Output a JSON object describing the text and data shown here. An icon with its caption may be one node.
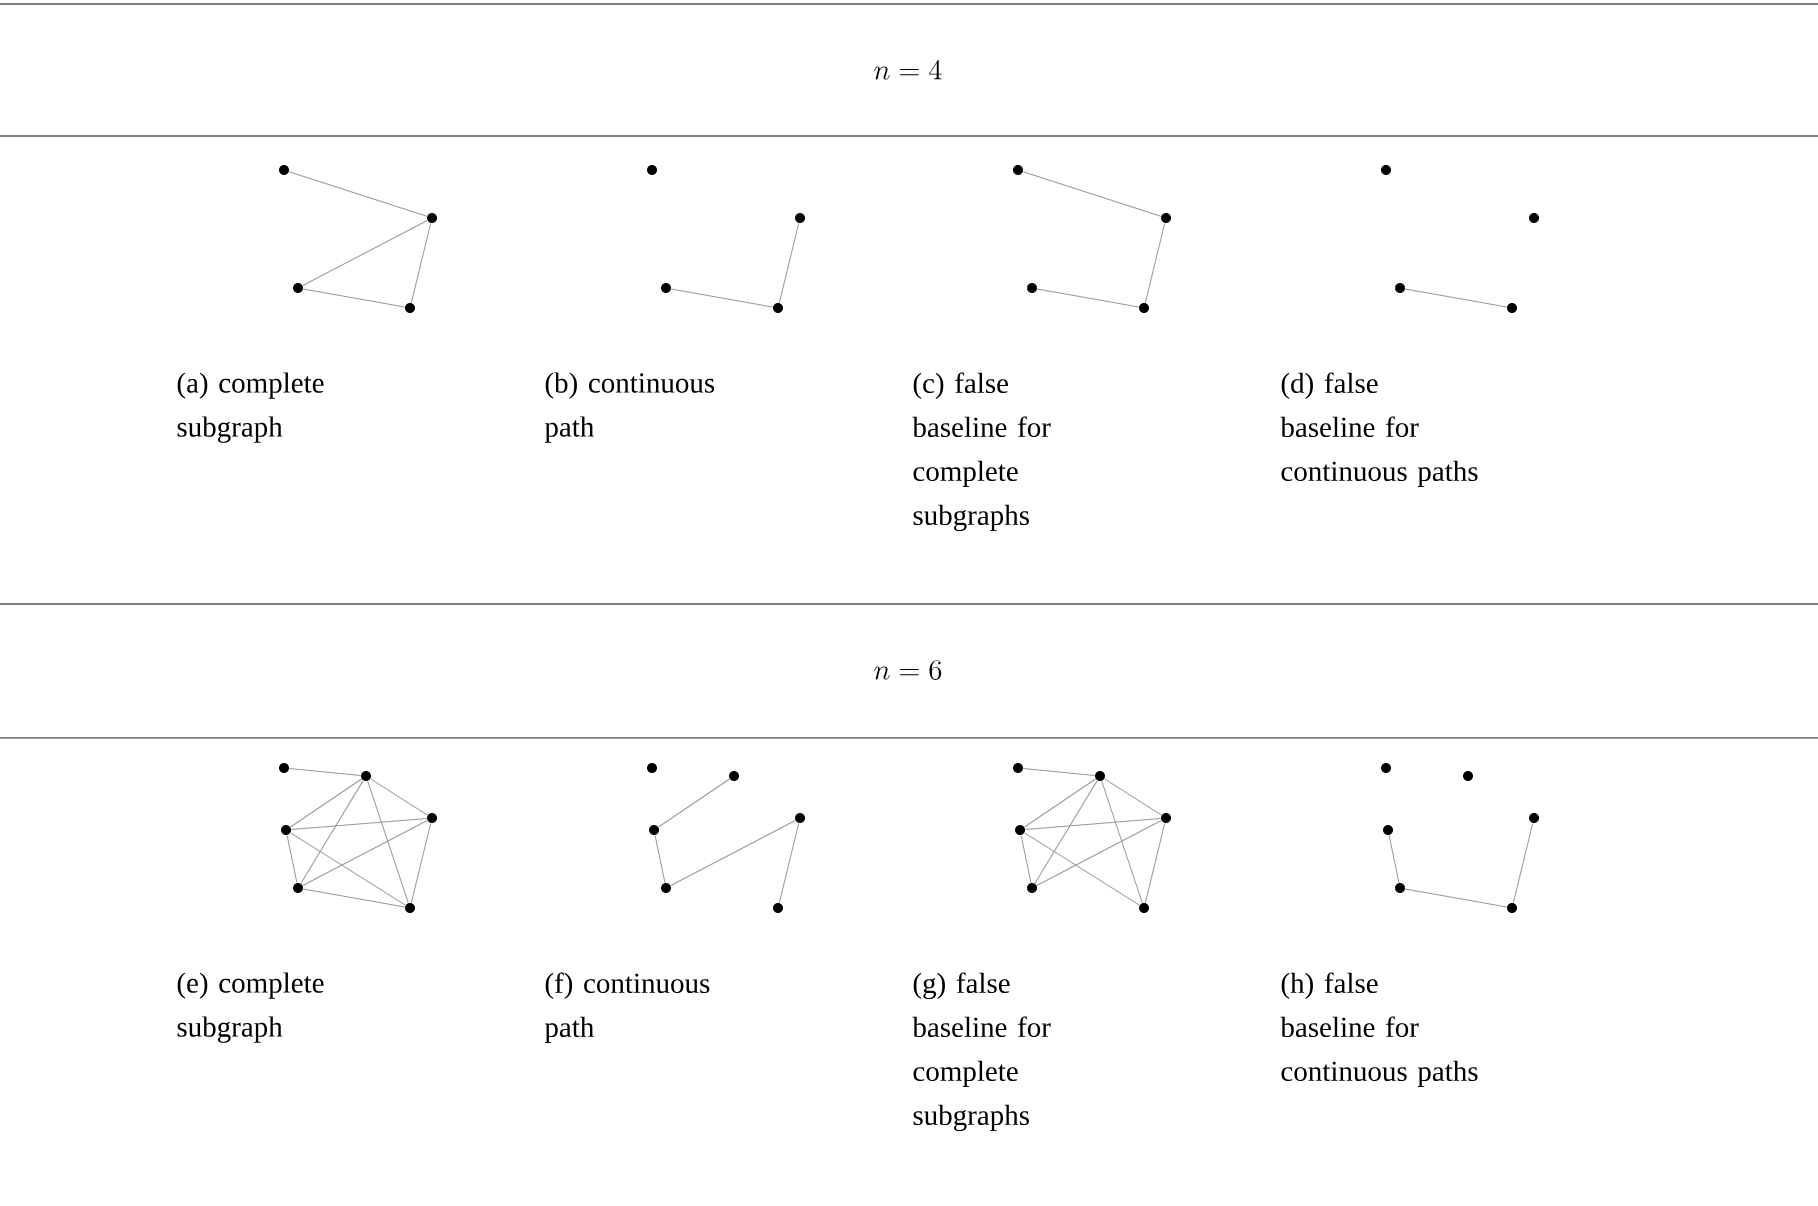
{
  "diagram": {
    "nodes": [
      {
        "text": [],
        "shape": "circle"
      },
      {
        "text": [],
        "shape": "circle"
      },
      {
        "text": [],
        "shape": "circle"
      },
      {
        "text": [],
        "shape": "circle"
      },
      {
        "text": [],
        "shape": "circle"
      },
      {
        "text": [],
        "shape": "circle"
      },
      {
        "text": [],
        "shape": "circle"
      },
      {
        "text": [],
        "shape": "circle"
      },
      {
        "text": [],
        "shape": "circle"
      },
      {
        "text": [],
        "shape": "circle"
      },
      {
        "text": [],
        "shape": "circle"
      },
      {
        "text": [],
        "shape": "circle"
      },
      {
        "text": [],
        "shape": "circle"
      },
      {
        "text": [],
        "shape": "circle"
      },
      {
        "text": [],
        "shape": "circle"
      },
      {
        "text": [],
        "shape": "circle"
      },
      {
        "text": [],
        "shape": "circle"
      },
      {
        "text": [],
        "shape": "circle"
      },
      {
        "text": [],
        "shape": "circle"
      },
      {
        "text": [],
        "shape": "circle"
      },
      {
        "text": [],
        "shape": "circle"
      },
      {
        "text": [],
        "shape": "circle"
      },
      {
        "text": [],
        "shape": "circle"
      },
      {
        "text": [],
        "shape": "circle"
      },
      {
        "text": [],
        "shape": "circle"
      },
      {
        "text": [],
        "shape": "circle"
      },
      {
        "text": [],
        "shape": "circle"
      },
      {
        "text": [],
        "shape": "circle"
      },
      {
        "text": [],
        "shape": "circle"
      },
      {
        "text": [],
        "shape": "circle"
      },
      {
        "text": [],
        "shape": "circle"
      },
      {
        "text": [],
        "shape": "circle"
      },
      {
        "text": [],
        "shape": "circle"
      },
      {
        "text": [],
        "shape": "circle"
      },
      {
        "text": [],
        "shape": "circle"
      },
      {
        "text": [],
        "shape": "circle"
      },
      {
        "text": [],
        "shape": "circle"
      },
      {
        "text": [],
        "shape": "circle"
      },
      {
        "text": [],
        "shape": "circle"
      },
      {
        "text": [],
        "shape": "circle"
      }
    ],
    "edges": [
      {
        "from": 0,
        "to": 1,
        "arrow": "none"
      },
      {
        "from": 1,
        "to": 2,
        "arrow": "none"
      },
      {
        "from": 1,
        "to": 3,
        "arrow": "none"
      },
      {
        "from": 2,
        "to": 3,
        "arrow": "none"
      },
      {
        "from": 5,
        "to": 7,
        "arrow": "none"
      },
      {
        "from": 6,
        "to": 7,
        "arrow": "none"
      },
      {
        "from": 8,
        "to": 9,
        "arrow": "none"
      },
      {
        "from": 9,
        "to": 11,
        "arrow": "none"
      },
      {
        "from": 10,
        "to": 11,
        "arrow": "none"
      },
      {
        "from": 14,
        "to": 15,
        "arrow": "none"
      },
      {
        "from": 16,
        "to": 17,
        "arrow": "none"
      },
      {
        "from": 17,
        "to": 18,
        "arrow": "none"
      },
      {
        "from": 17,
        "to": 19,
        "arrow": "none"
      },
      {
        "from": 17,
        "to": 20,
        "arrow": "none"
      },
      {
        "from": 17,
        "to": 21,
        "arrow": "none"
      },
      {
        "from": 18,
        "to": 19,
        "arrow": "none"
      },
      {
        "from": 18,
        "to": 20,
        "arrow": "none"
      },
      {
        "from": 18,
        "to": 21,
        "arrow": "none"
      },
      {
        "from": 19,
        "to": 20,
        "arrow": "none"
      },
      {
        "from": 19,
        "to": 21,
        "arrow": "none"
      },
      {
        "from": 20,
        "to": 21,
        "arrow": "none"
      },
      {
        "from": 23,
        "to": 24,
        "arrow": "none"
      },
      {
        "from": 24,
        "to": 26,
        "arrow": "none"
      },
      {
        "from": 26,
        "to": 25,
        "arrow": "none"
      },
      {
        "from": 25,
        "to": 27,
        "arrow": "none"
      },
      {
        "from": 28,
        "to": 29,
        "arrow": "none"
      },
      {
        "from": 29,
        "to": 30,
        "arrow": "none"
      },
      {
        "from": 29,
        "to": 31,
        "arrow": "none"
      },
      {
        "from": 29,
        "to": 32,
        "arrow": "none"
      },
      {
        "from": 29,
        "to": 33,
        "arrow": "none"
      },
      {
        "from": 30,
        "to": 31,
        "arrow": "none"
      },
      {
        "from": 30,
        "to": 32,
        "arrow": "none"
      },
      {
        "from": 30,
        "to": 33,
        "arrow": "none"
      },
      {
        "from": 31,
        "to": 32,
        "arrow": "none"
      },
      {
        "from": 31,
        "to": 33,
        "arrow": "none"
      },
      {
        "from": 36,
        "to": 38,
        "arrow": "none"
      },
      {
        "from": 38,
        "to": 39,
        "arrow": "none"
      },
      {
        "from": 39,
        "to": 37,
        "arrow": "none"
      }
    ],
    "labels": [
      "n = 4",
      "(a) complete subgraph",
      "(b) continuous path",
      "(c) false baseline for complete subgraphs",
      "(d) false baseline for continuous paths",
      "n = 6",
      "(e) complete subgraph",
      "(f) continuous path",
      "(g) false baseline for complete subgraphs",
      "(h) false baseline for continuous paths"
    ]
  }
}
